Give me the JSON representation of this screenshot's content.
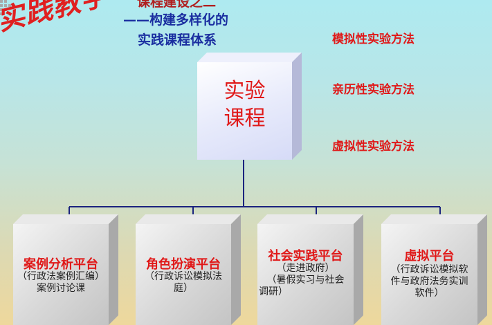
{
  "banner": "实践教学",
  "subtitle": {
    "line1": "课程建设之二",
    "line2": "——构建多样化的",
    "line3": "实践课程体系"
  },
  "center_box": {
    "line1": "实验",
    "line2": "课程"
  },
  "methods": [
    "模拟性实验方法",
    "亲历性实验方法",
    "虚拟性实验方法"
  ],
  "platforms": [
    {
      "title": "案例分析平台",
      "desc": [
        "（行政法案例汇编）",
        "案例讨论课"
      ]
    },
    {
      "title": "角色扮演平台",
      "desc": [
        "（行政诉讼模拟法",
        "庭）"
      ]
    },
    {
      "title": "社会实践平台",
      "desc": [
        "（走进政府）",
        "（暑假实习与社会",
        "调研）"
      ]
    },
    {
      "title": "虚拟平台",
      "desc": [
        "（行政诉讼模拟软",
        "件与政府法务实训",
        "软件）"
      ]
    }
  ],
  "colors": {
    "accent_red": "#e01818",
    "title_blue": "#1a2ea0",
    "connector": "#1a237e"
  }
}
